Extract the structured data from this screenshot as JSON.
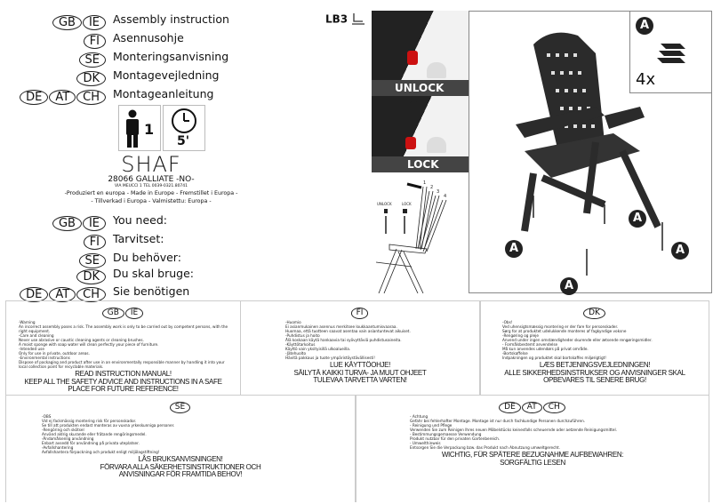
{
  "languages": [
    {
      "codes": [
        "GB",
        "IE"
      ],
      "title": "Assembly instruction",
      "need": "You need:"
    },
    {
      "codes": [
        "FI"
      ],
      "title": "Asennusohje",
      "need": "Tarvitset:"
    },
    {
      "codes": [
        "SE"
      ],
      "title": "Monteringsanvisning",
      "need": "Du behöver:"
    },
    {
      "codes": [
        "DK"
      ],
      "title": "Montagevejledning",
      "need": "Du skal bruge:"
    },
    {
      "codes": [
        "DE",
        "AT",
        "CH"
      ],
      "title": "Montageanleitung",
      "need": "Sie benötigen"
    }
  ],
  "requirements": {
    "persons": "1",
    "time": "5'"
  },
  "manufacturer": {
    "logo": "SHAF",
    "city": "28066 GALLIATE -NO-",
    "address": "VIA MEUCCI 1 TEL 0039-0321.80741",
    "origin1": "-Produziert en europa - Made in Europe - Fremstillet i Europa -",
    "origin2": "- Tillverkad i  Europa - Valmistettu: Europa -"
  },
  "model": "LB3",
  "mechanism": {
    "unlock": "UNLOCK",
    "lock": "LOCK",
    "positions": [
      "1",
      "2",
      "3",
      "4"
    ]
  },
  "parts": {
    "label": "A",
    "count": "4x",
    "callouts": [
      "A",
      "A",
      "A",
      "A"
    ]
  },
  "notices": [
    {
      "codes": [
        "GB",
        "IE"
      ],
      "body": [
        "-Warning",
        "An incorrect assembly poses a risk. The assembly work is only to be carried out by competent persons, with the right equipment.",
        "-Care and cleaning",
        "Never use abrasive or caustic cleaning agents or cleaning brushes.",
        "A moist sponge with soap water will clean perfectly your piece of furniture.",
        "-Intended use",
        "Only for use in private, outdoor areas.",
        "-Environmental instructions",
        "Dispose of packaging and product after use in an environmentally responsible manner by handling it into your local collection point for recyclable materials."
      ],
      "heading": [
        "READ INSTRUCTION MANUAL!",
        "KEEP ALL THE SAFETY ADVICE AND INSTRUCTIONS IN A SAFE",
        "PLACE FOR FUTURE REFERENCE!"
      ]
    },
    {
      "codes": [
        "FI"
      ],
      "body": [
        "-Huomio",
        "Ei asianmukainen asennus merkitsee loukkaantumisvaaraa.",
        "Huomaa, että tuotteen saavat asentaa vain asiantuntevat aikuiset.",
        "-Puhdistus ja hoito",
        "Älä koskaan käytä hankaavia tai syövyttäviä puhdistusaineita.",
        "-Käyttötarkoitus",
        "Käyttö vain yksityisillä ulkoalueilla.",
        "-Jätehuolto",
        "Hävitä pakkaus ja tuote ympäristöystävällisesti!"
      ],
      "heading": [
        "LUE KÄYTTÖOHJE!",
        "SÄILYTÄ KAIKKI TURVA- JA MUUT OHJEET",
        "TULEVAA TARVETTA VARTEN!"
      ]
    },
    {
      "codes": [
        "DK"
      ],
      "body": [
        "-Obs!",
        "Ved uhensigtsmæssig montering er der fare for personskader.",
        "Sørg for at produktet udelukkende monteres af fagkyndige voksne",
        "-Rengøring og pleje",
        "Anvend under ingen omstændigheder skurende eller ætsende rengøringsmidler.",
        "- Formålsbestemt anvendelse",
        "Må kun anvendes udendørs på privat område.",
        "-Bortskaffelse",
        "Indpakningen og produktet skal bortskaffes miljørigtigt!"
      ],
      "heading": [
        "LÆS BETJENINGSVEJLEDNINGEN!",
        "ALLE SIKKERHEDSINSTRUKSER OG ANVISNINGER SKAL",
        "OPBEVARES TIL SENERE BRUG!"
      ]
    },
    {
      "codes": [
        "SE"
      ],
      "body": [
        "-OBS",
        "Vid ej fackmässig montering risk för personskador.",
        "Se till att produkten endast monteras av vuxna yrkeskunniga personer.",
        "-Rengöring och skötsel",
        "Använd aldrig skurande eller frätande rengöringsmedel.",
        "-Ändamålsenlig användning",
        "Enbart avsedd för användning på privata uteplatser.",
        "-Avfallshantering",
        "Avfallshantera förpackning och produkt enligt miljölagstiftning!"
      ],
      "heading": [
        "LÅS BRUKSANVISNINGEN!",
        "FÖRVARA ALLA SÄKERHETSINSTRUKTIONER OCH",
        "ANVISNINGAR FÖR FRAMTIDA BEHOV!"
      ]
    },
    {
      "codes": [
        "DE",
        "AT",
        "CH"
      ],
      "body": [
        "- Achtung",
        "Gefahr bei fehlerhafter Montage. Montage ist nur durch fachkundige Personen durchzuführen.",
        "- Reinigung und Pflege",
        "Verwenden Sie zum Reinigen Ihres neuen Möbelstücks keinesfalls scheuernde oder aetzende Reinigungsmittel.",
        "- Bestimmungsgemaesse Verwendung",
        "Produkt nutzbar für den privaten Gartenbereich.",
        "- Umwelthinweis",
        "Entsorgen Sie die Verpackung bzw. das Produkt nach Abnutzung umweltgerecht."
      ],
      "heading": [
        "WICHTIG, FÜR SPÄTERE BEZUGNAHME AUFBEWAHREN:",
        "SORGFÄLTIG LESEN"
      ]
    }
  ],
  "colors": {
    "accent": "#cc1111",
    "dark": "#333333"
  }
}
